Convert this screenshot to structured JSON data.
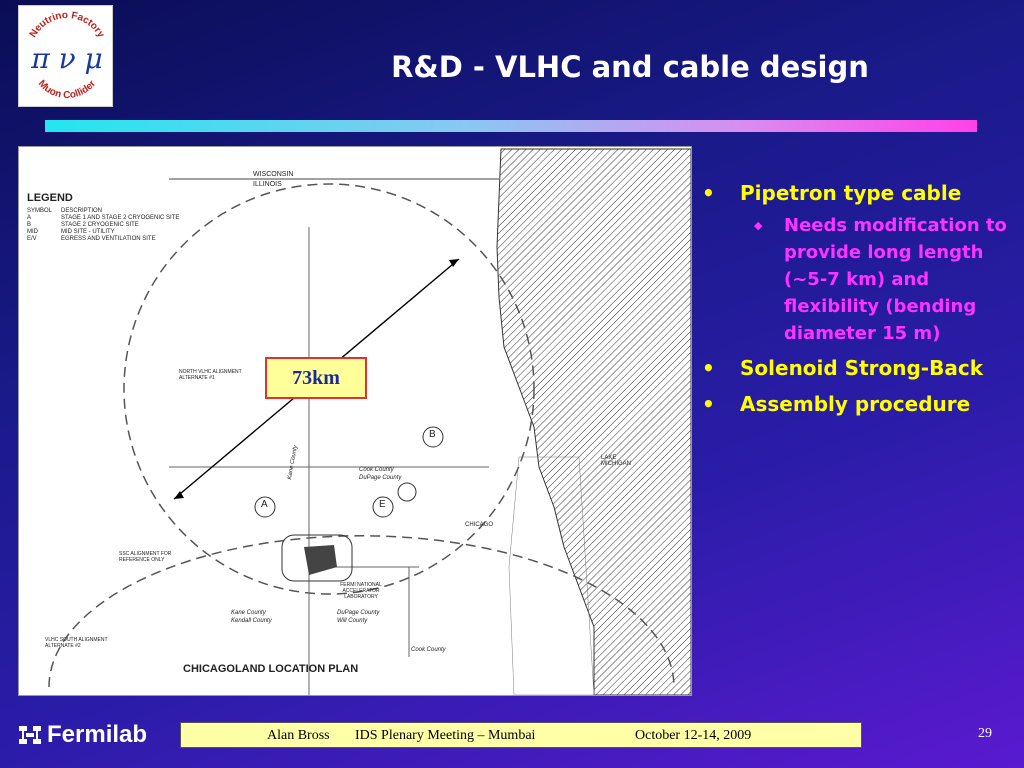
{
  "slide": {
    "title": "R&D - VLHC and cable design",
    "page_number": "29"
  },
  "logo": {
    "top_text": "Neutrino Factory",
    "bottom_text": "Muon Collider",
    "symbols": "π ν μ"
  },
  "map": {
    "heading": "CHICAGOLAND LOCATION PLAN",
    "legend_title": "LEGEND",
    "legend": [
      {
        "symbol": "SYMBOL",
        "description": "DESCRIPTION"
      },
      {
        "symbol": "A",
        "description": "STAGE 1 AND STAGE 2 CRYOGENIC SITE"
      },
      {
        "symbol": "B",
        "description": "STAGE 2 CRYOGENIC SITE"
      },
      {
        "symbol": "MID",
        "description": "MID SITE - UTILITY"
      },
      {
        "symbol": "E/V",
        "description": "EGRESS AND VENTILATION SITE"
      }
    ],
    "labels": {
      "wisconsin": "WISCONSIN",
      "illinois": "ILLINOIS",
      "lake": "LAKE MICHIGAN",
      "chicago": "CHICAGO",
      "fermi": "FERMI NATIONAL ACCELERATOR LABORATORY",
      "north_alignment": "NORTH VLHC ALIGNMENT ALTERNATE #1",
      "ssc_alignment": "SSC ALIGNMENT FOR REFERENCE ONLY",
      "south_alignment": "VLHC SOUTH ALIGNMENT ALTERNATE #2",
      "cook_county": "Cook County",
      "dupage_county": "DuPage County",
      "kane_county_v": "Kane County",
      "kane_county": "Kane County",
      "kendall_county": "Kendall County",
      "dupage_county_2": "DuPage County",
      "will_county": "Will County",
      "cook_county_2": "Cook County"
    },
    "site_markers": {
      "a": "A",
      "b": "B",
      "e": "E"
    },
    "distance_label": "73km"
  },
  "bullets": {
    "item1": "Pipetron type cable",
    "item1_sub": "Needs modification to provide long length (~5-7 km) and flexibility (bending diameter 15 m)",
    "item2": "Solenoid Strong-Back",
    "item3": "Assembly procedure"
  },
  "footer": {
    "brand": "Fermilab",
    "author": "Alan Bross",
    "meeting": "IDS Plenary Meeting – Mumbai",
    "date": "October 12-14, 2009"
  },
  "colors": {
    "title_text": "#ffffff",
    "bullet_primary": "#ffff00",
    "bullet_secondary": "#ff33ff",
    "footer_bg": "#ffffa8",
    "km_box_bg": "#ffff99",
    "km_box_border": "#e03030"
  }
}
